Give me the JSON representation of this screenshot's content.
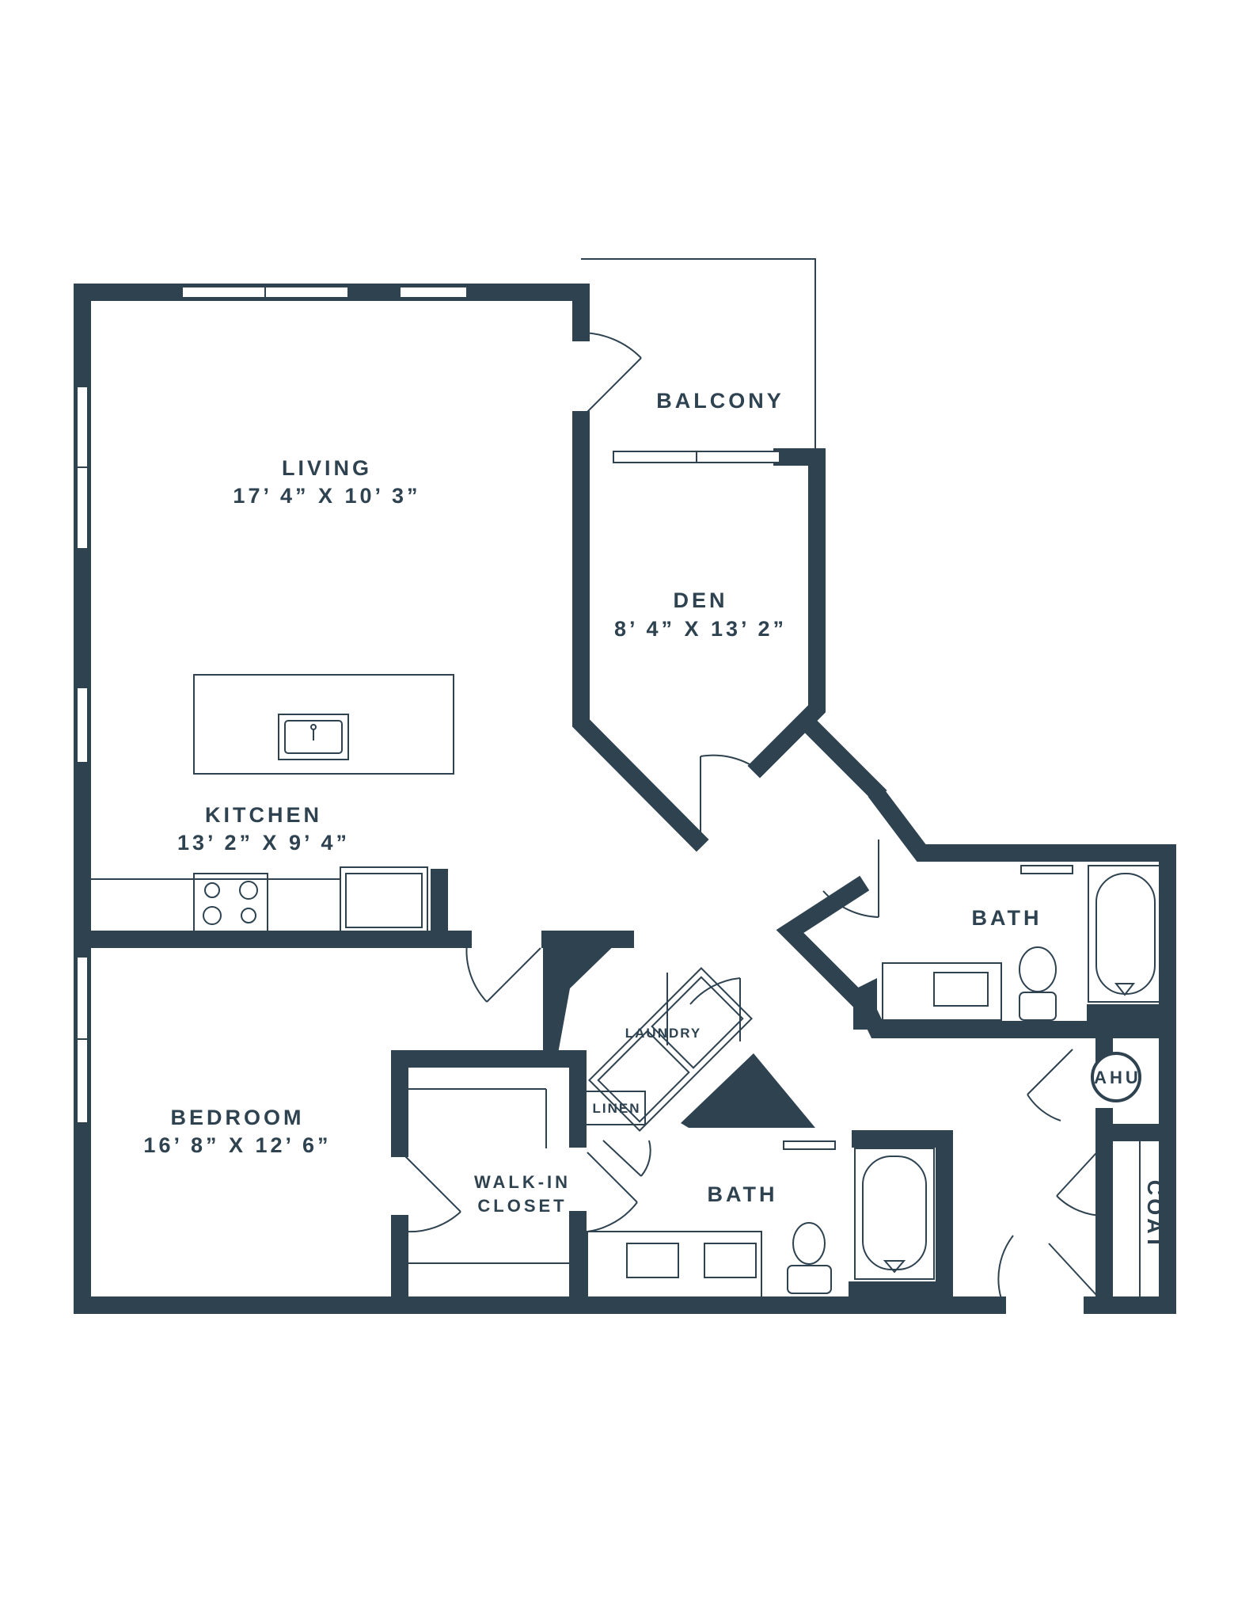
{
  "rooms": {
    "balcony": {
      "name": "BALCONY"
    },
    "living": {
      "name": "LIVING",
      "dims": "17’ 4” X 10’ 3”"
    },
    "den": {
      "name": "DEN",
      "dims": "8’ 4” X 13’ 2”"
    },
    "kitchen": {
      "name": "KITCHEN",
      "dims": "13’ 2” X 9’ 4”"
    },
    "bath1": {
      "name": "BATH"
    },
    "laundry": {
      "name": "LAUNDRY"
    },
    "ahu": {
      "name": "AHU"
    },
    "linen": {
      "name": "LINEN"
    },
    "bedroom": {
      "name": "BEDROOM",
      "dims": "16’ 8” X 12’ 6”"
    },
    "closet": {
      "line1": "WALK-IN",
      "line2": "CLOSET"
    },
    "bath2": {
      "name": "BATH"
    },
    "coat": {
      "name": "COAT"
    }
  },
  "colors": {
    "wall": "#2e4250",
    "background": "#ffffff"
  }
}
